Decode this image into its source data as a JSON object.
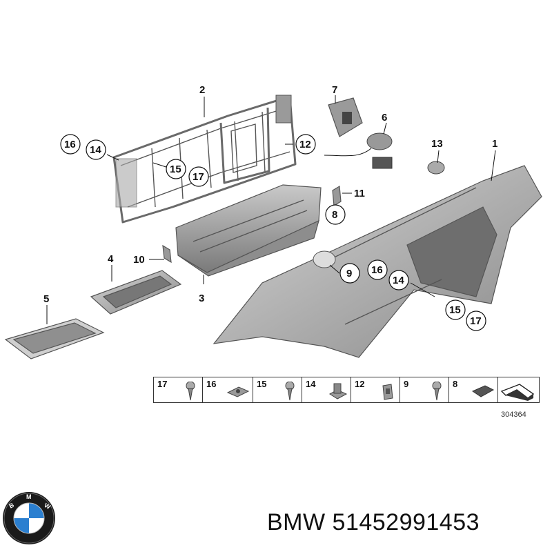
{
  "diagram": {
    "callouts": [
      "1",
      "2",
      "3",
      "4",
      "5",
      "6",
      "7",
      "8",
      "9",
      "10",
      "11",
      "12",
      "13",
      "14",
      "15",
      "16",
      "17"
    ],
    "ref_code": "304364"
  },
  "legend": {
    "items": [
      {
        "number": "17",
        "icon": "screw-icon"
      },
      {
        "number": "16",
        "icon": "clip-nut-icon"
      },
      {
        "number": "15",
        "icon": "screw-icon"
      },
      {
        "number": "14",
        "icon": "expanding-nut-icon"
      },
      {
        "number": "12",
        "icon": "bracket-clip-icon"
      },
      {
        "number": "9",
        "icon": "screw-icon"
      },
      {
        "number": "8",
        "icon": "foam-pad-icon"
      },
      {
        "number": "",
        "icon": "arrow-panel-icon"
      }
    ]
  },
  "brand": {
    "caption": "BMW 51452991453",
    "logo_text": "BMW"
  },
  "colors": {
    "part_gray": "#b8b8b8",
    "part_dark": "#7d7d7d",
    "outline": "#111111",
    "logo_blue": "#2b7fd0"
  }
}
